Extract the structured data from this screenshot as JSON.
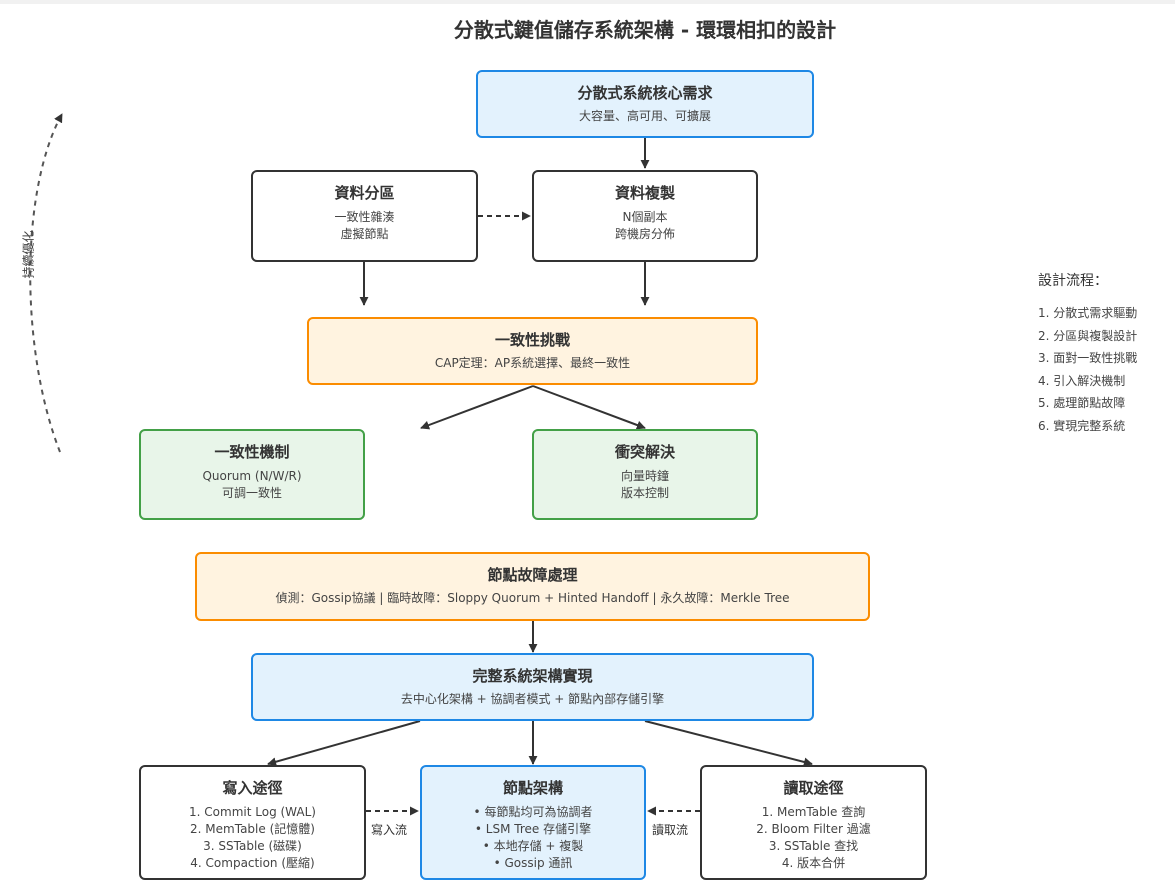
{
  "title": "分散式鍵值儲存系統架構 - 環環相扣的設計",
  "nodes": {
    "requirements": {
      "title": "分散式系統核心需求",
      "lines": [
        "大容量、高可用、可擴展"
      ]
    },
    "partition": {
      "title": "資料分區",
      "lines": [
        "一致性雜湊",
        "虛擬節點"
      ]
    },
    "replication": {
      "title": "資料複製",
      "lines": [
        "N個副本",
        "跨機房分佈"
      ]
    },
    "consistency_challenge": {
      "title": "一致性挑戰",
      "lines": [
        "CAP定理：AP系統選擇、最終一致性"
      ]
    },
    "consistency_mechanism": {
      "title": "一致性機制",
      "lines": [
        "Quorum (N/W/R)",
        "可調一致性"
      ]
    },
    "conflict_resolution": {
      "title": "衝突解決",
      "lines": [
        "向量時鐘",
        "版本控制"
      ]
    },
    "failure_handling": {
      "title": "節點故障處理",
      "lines": [
        "偵測：Gossip協議 | 臨時故障：Sloppy Quorum + Hinted Handoff | 永久故障：Merkle Tree"
      ]
    },
    "full_system": {
      "title": "完整系統架構實現",
      "lines": [
        "去中心化架構 + 協調者模式 + 節點內部存儲引擎"
      ]
    },
    "write_path": {
      "title": "寫入途徑",
      "lines": [
        "1. Commit Log (WAL)",
        "2. MemTable (記憶體)",
        "3. SSTable (磁碟)",
        "4. Compaction (壓縮)"
      ]
    },
    "node_arch": {
      "title": "節點架構",
      "lines": [
        "• 每節點均可為協調者",
        "• LSM Tree 存儲引擎",
        "• 本地存儲 + 複製",
        "• Gossip 通訊"
      ]
    },
    "read_path": {
      "title": "讀取途徑",
      "lines": [
        "1. MemTable 查詢",
        "2. Bloom Filter 過濾",
        "3. SSTable 查找",
        "4. 版本合併"
      ]
    }
  },
  "edge_labels": {
    "write_flow": "寫入流",
    "read_flow": "讀取流"
  },
  "loop_label": "持續優化",
  "legend": {
    "title": "設計流程：",
    "items": [
      "1. 分散式需求驅動",
      "2. 分區與複製設計",
      "3. 面對一致性挑戰",
      "4. 引入解決機制",
      "5. 處理節點故障",
      "6. 實現完整系統"
    ]
  },
  "colors": {
    "blue_fill": "#e3f2fd",
    "blue_border": "#1e88e5",
    "orange_fill": "#fff3e0",
    "orange_border": "#fb8c00",
    "green_fill": "#e8f5e9",
    "green_border": "#43a047",
    "arrow": "#333333"
  }
}
